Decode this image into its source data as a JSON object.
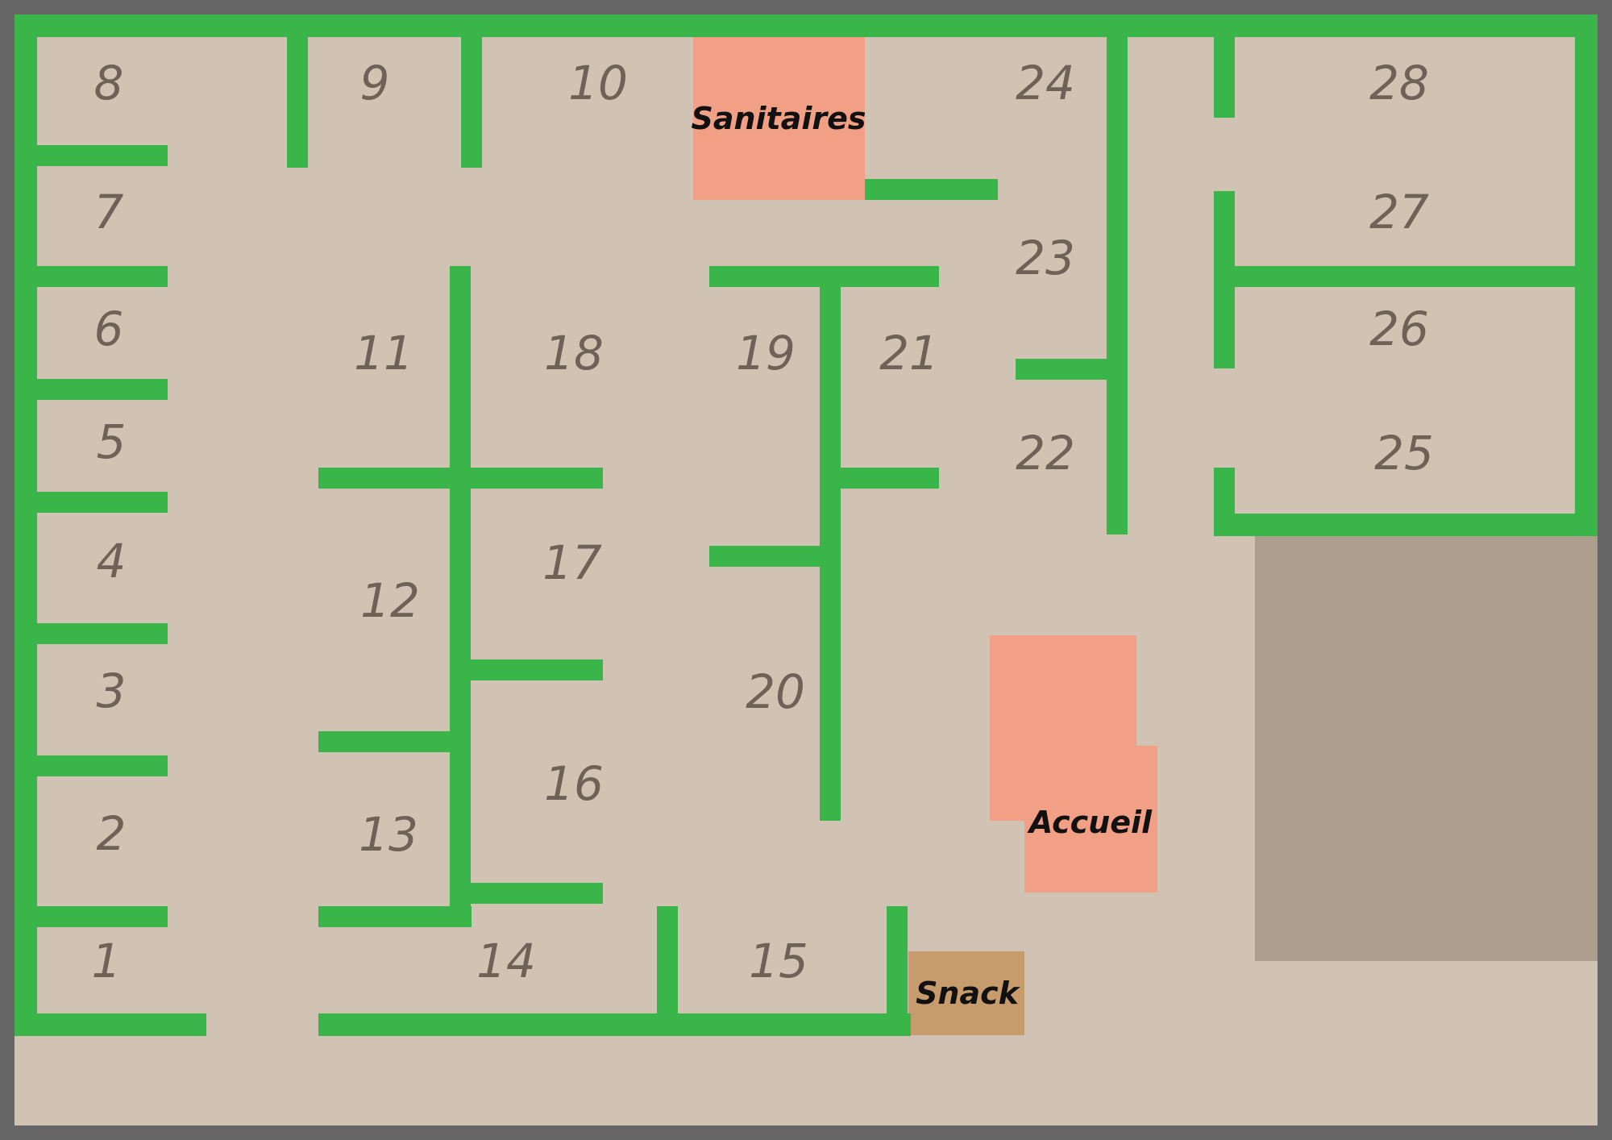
{
  "colors": {
    "frame": "#666666",
    "ground": "#d0c3b3",
    "wall": "#3ab54a",
    "facility": "#f2a085",
    "snack": "#c69c6d",
    "reserved_area": "#ac9d8c",
    "pitch_number": "#6e6256",
    "facility_text": "#111111"
  },
  "pitches": {
    "p1": "1",
    "p2": "2",
    "p3": "3",
    "p4": "4",
    "p5": "5",
    "p6": "6",
    "p7": "7",
    "p8": "8",
    "p9": "9",
    "p10": "10",
    "p11": "11",
    "p12": "12",
    "p13": "13",
    "p14": "14",
    "p15": "15",
    "p16": "16",
    "p17": "17",
    "p18": "18",
    "p19": "19",
    "p20": "20",
    "p21": "21",
    "p22": "22",
    "p23": "23",
    "p24": "24",
    "p25": "25",
    "p26": "26",
    "p27": "27",
    "p28": "28"
  },
  "facilities": {
    "sanitaires": "Sanitaires",
    "accueil": "Accueil",
    "snack": "Snack"
  }
}
